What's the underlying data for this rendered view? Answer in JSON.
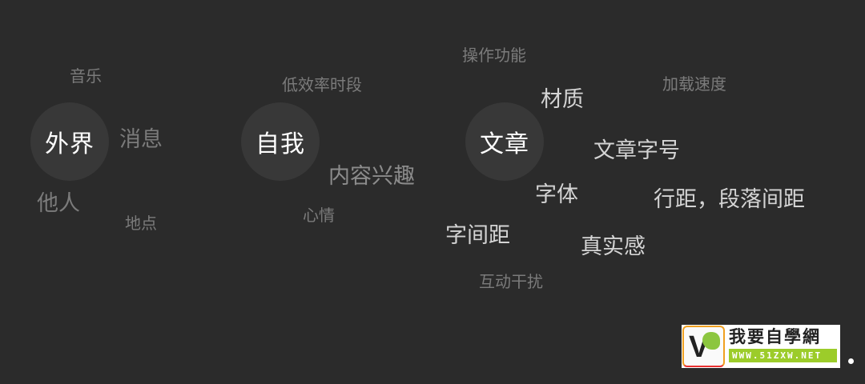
{
  "clusters": [
    {
      "hub": "外界",
      "words": [
        "音乐",
        "消息",
        "他人",
        "地点"
      ]
    },
    {
      "hub": "自我",
      "words": [
        "低效率时段",
        "内容兴趣",
        "心情"
      ]
    },
    {
      "hub": "文章",
      "words": [
        "操作功能",
        "材质",
        "加载速度",
        "文章字号",
        "字体",
        "行距，段落间距",
        "字间距",
        "真实感",
        "互动干扰"
      ]
    }
  ],
  "watermark": {
    "logo_letter": "V",
    "title": "我要自學網",
    "url": "WWW.51ZXW.NET"
  },
  "colors": {
    "background": "#2b2b2b",
    "hub_fill": "#383838",
    "hub_text": "#ffffff",
    "word_dim": "#7b7b7b",
    "word_bright": "#d4d4d4"
  }
}
